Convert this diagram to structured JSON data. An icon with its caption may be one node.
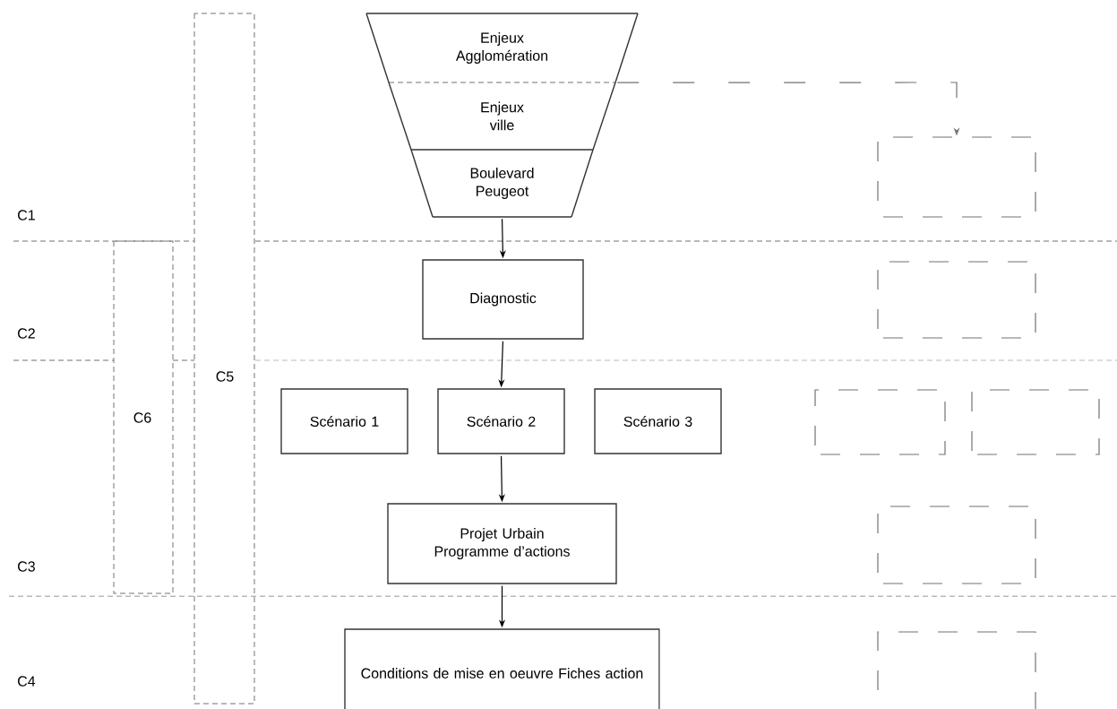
{
  "diagram": {
    "nodes": [
      {
        "text": [
          "C5"
        ]
      },
      {
        "text": [
          "C6"
        ]
      },
      {
        "text": [
          "Enjeux Agglomération"
        ]
      },
      {
        "text": [
          "Enjeux ville"
        ]
      },
      {
        "text": [
          "Boulevard Peugeot"
        ]
      },
      {
        "text": [],
        "shape": "box"
      },
      {
        "text": [
          "Diagnostic"
        ]
      },
      {
        "text": [],
        "shape": "box"
      },
      {
        "text": [
          "Scénario 1"
        ]
      },
      {
        "text": [
          "Scénario 2"
        ]
      },
      {
        "text": [
          "Scénario 3"
        ]
      },
      {
        "text": [],
        "shape": "box"
      },
      {
        "text": [],
        "shape": "box"
      },
      {
        "text": [
          "Projet Urbain Programme d’actions"
        ]
      },
      {
        "text": [],
        "shape": "box"
      },
      {
        "text": [
          "Conditions de mise en oeuvre Fiches action"
        ]
      },
      {
        "text": [],
        "shape": "box"
      }
    ],
    "edges": [
      {
        "from": 2,
        "to": 5,
        "arrow": "to",
        "style": "dashed",
        "color": "#737373"
      },
      {
        "from": 4,
        "to": 6,
        "arrow": "to"
      },
      {
        "from": 6,
        "to": 9,
        "arrow": "to"
      },
      {
        "from": 9,
        "to": 13,
        "arrow": "to"
      },
      {
        "from": 13,
        "to": 15,
        "arrow": "to"
      }
    ],
    "labels": [
      "C1",
      "C2",
      "C3",
      "C4"
    ]
  }
}
